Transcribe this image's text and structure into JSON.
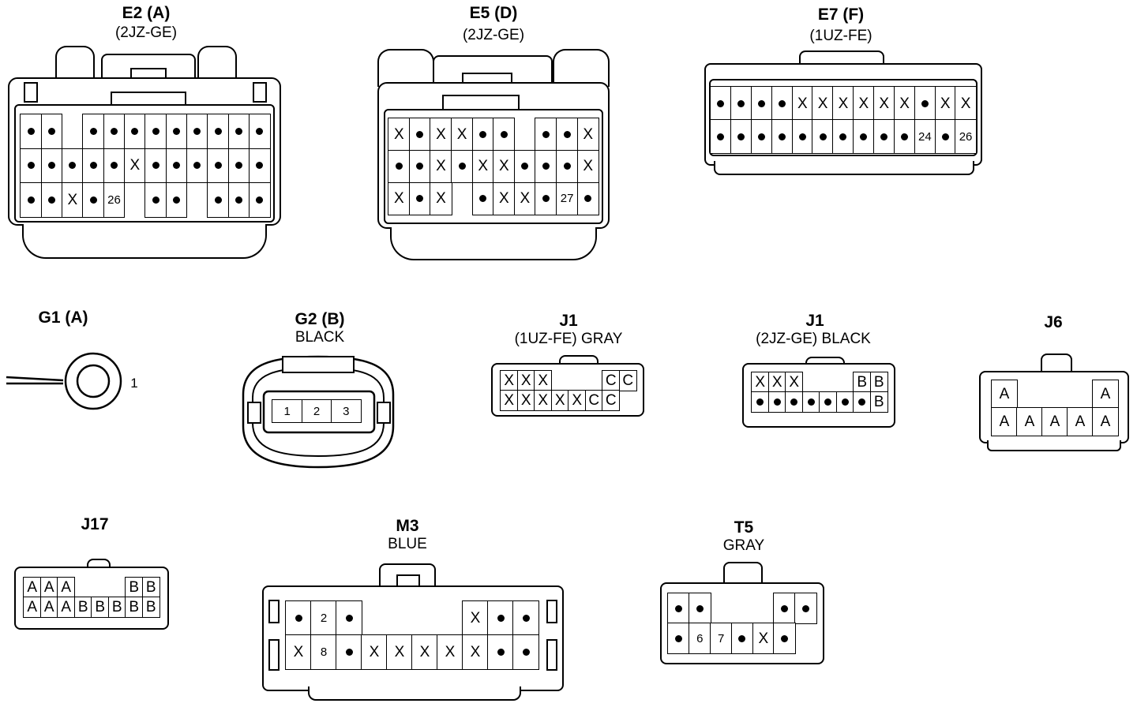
{
  "connectors": {
    "e2": {
      "title": "E2 (A)",
      "subtitle": "(2JZ-GE)",
      "rows": [
        [
          "•",
          "•",
          "_",
          "•",
          "•",
          "•",
          "•",
          "•",
          "•",
          "•",
          "•",
          "•"
        ],
        [
          "•",
          "•",
          "•",
          "•",
          "•",
          "X",
          "•",
          "•",
          "•",
          "•",
          "•",
          "•"
        ],
        [
          "•",
          "•",
          "X",
          "•",
          "26",
          "_",
          "•",
          "•",
          "_",
          "•",
          "•",
          "•"
        ]
      ]
    },
    "e5": {
      "title": "E5 (D)",
      "subtitle": "(2JZ-GE)",
      "rows": [
        [
          "X",
          "•",
          "X",
          "X",
          "•",
          "•",
          "_",
          "•",
          "•",
          "X"
        ],
        [
          "•",
          "•",
          "X",
          "•",
          "X",
          "X",
          "•",
          "•",
          "•",
          "X"
        ],
        [
          "X",
          "•",
          "X",
          "_",
          "•",
          "X",
          "X",
          "•",
          "27",
          "•"
        ]
      ]
    },
    "e7": {
      "title": "E7 (F)",
      "subtitle": "(1UZ-FE)",
      "rows": [
        [
          "•",
          "•",
          "•",
          "•",
          "X",
          "X",
          "X",
          "X",
          "X",
          "X",
          "•",
          "X",
          "X"
        ],
        [
          "•",
          "•",
          "•",
          "•",
          "•",
          "•",
          "•",
          "•",
          "•",
          "•",
          "24",
          "•",
          "26"
        ]
      ]
    },
    "g1": {
      "title": "G1 (A)",
      "pin": "1"
    },
    "g2": {
      "title": "G2 (B)",
      "subtitle": "BLACK",
      "pins": [
        "1",
        "2",
        "3"
      ]
    },
    "j1a": {
      "title": "J1",
      "subtitle": "(1UZ-FE)   GRAY",
      "rows": [
        [
          "X",
          "X",
          "X",
          "_",
          "_",
          "_",
          "C",
          "C"
        ],
        [
          "X",
          "X",
          "X",
          "X",
          "X",
          "C",
          "C",
          "_"
        ]
      ]
    },
    "j1b": {
      "title": "J1",
      "subtitle": "(2JZ-GE)   BLACK",
      "rows": [
        [
          "X",
          "X",
          "X",
          "_",
          "_",
          "_",
          "B",
          "B"
        ],
        [
          "•",
          "•",
          "•",
          "•",
          "•",
          "•",
          "•",
          "B"
        ]
      ]
    },
    "j6": {
      "title": "J6",
      "rows": [
        [
          "A",
          "_",
          "_",
          "_",
          "A"
        ],
        [
          "A",
          "A",
          "A",
          "A",
          "A"
        ]
      ]
    },
    "j17": {
      "title": "J17",
      "rows": [
        [
          "A",
          "A",
          "A",
          "_",
          "_",
          "_",
          "B",
          "B"
        ],
        [
          "A",
          "A",
          "A",
          "B",
          "B",
          "B",
          "B",
          "B"
        ]
      ]
    },
    "m3": {
      "title": "M3",
      "subtitle": "BLUE",
      "rows": [
        [
          "•",
          "2",
          "•",
          "_",
          "_",
          "_",
          "_",
          "X",
          "•",
          "•"
        ],
        [
          "X",
          "8",
          "•",
          "X",
          "X",
          "X",
          "X",
          "X",
          "•",
          "•"
        ]
      ]
    },
    "t5": {
      "title": "T5",
      "subtitle": "GRAY",
      "rows": [
        [
          "•",
          "•",
          "_",
          "_",
          "_",
          "•",
          "•"
        ],
        [
          "•",
          "6",
          "7",
          "•",
          "X",
          "•",
          "_"
        ]
      ]
    }
  }
}
